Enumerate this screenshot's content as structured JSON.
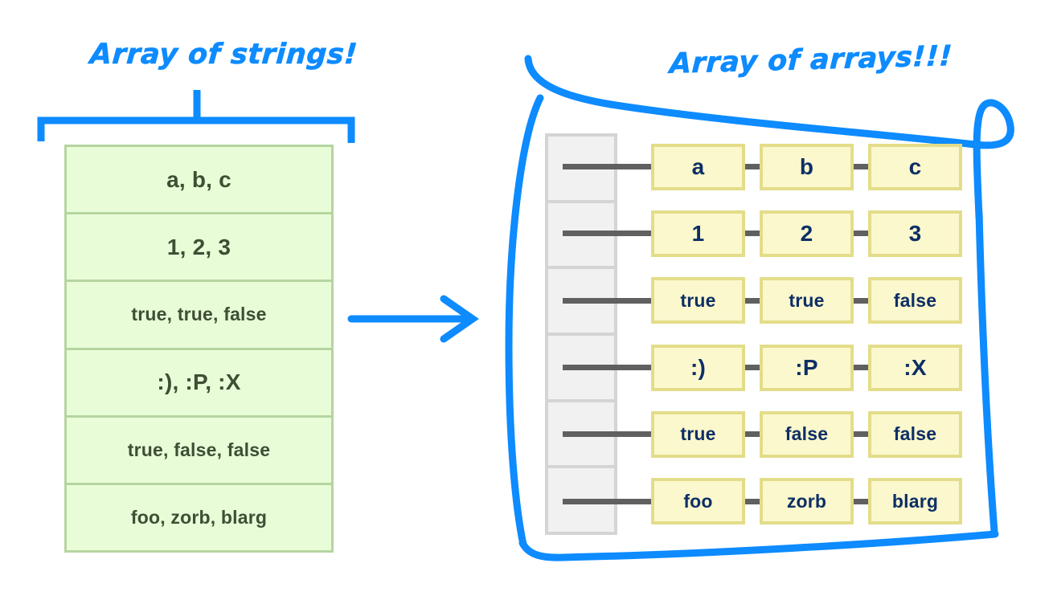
{
  "left": {
    "title": "Array of strings!",
    "bracket": "top-bracket",
    "rows": [
      {
        "text": "a, b, c",
        "size": "big"
      },
      {
        "text": "1, 2, 3",
        "size": "big"
      },
      {
        "text": "true, true, false",
        "size": "normal"
      },
      {
        "text": ":), :P, :X",
        "size": "big"
      },
      {
        "text": "true, false, false",
        "size": "normal"
      },
      {
        "text": "foo, zorb, blarg",
        "size": "normal"
      }
    ]
  },
  "arrow": {
    "label": "transform-arrow",
    "direction": "right"
  },
  "right": {
    "title": "Array of arrays!!!",
    "rows": [
      {
        "cells": [
          {
            "text": "a",
            "size": "big"
          },
          {
            "text": "b",
            "size": "big"
          },
          {
            "text": "c",
            "size": "big"
          }
        ]
      },
      {
        "cells": [
          {
            "text": "1",
            "size": "big"
          },
          {
            "text": "2",
            "size": "big"
          },
          {
            "text": "3",
            "size": "big"
          }
        ]
      },
      {
        "cells": [
          {
            "text": "true",
            "size": "normal"
          },
          {
            "text": "true",
            "size": "normal"
          },
          {
            "text": "false",
            "size": "normal"
          }
        ]
      },
      {
        "cells": [
          {
            "text": ":)",
            "size": "big"
          },
          {
            "text": ":P",
            "size": "big"
          },
          {
            "text": ":X",
            "size": "big"
          }
        ]
      },
      {
        "cells": [
          {
            "text": "true",
            "size": "normal"
          },
          {
            "text": "false",
            "size": "normal"
          },
          {
            "text": "false",
            "size": "normal"
          }
        ]
      },
      {
        "cells": [
          {
            "text": "foo",
            "size": "normal"
          },
          {
            "text": "zorb",
            "size": "normal"
          },
          {
            "text": "blarg",
            "size": "normal"
          }
        ]
      }
    ]
  },
  "colors": {
    "accent_blue": "#0d8bff",
    "green_fill": "#e9fcd8",
    "green_border": "#b5d5a0",
    "green_text": "#3e4f33",
    "yellow_fill": "#fcf8cd",
    "yellow_border": "#e3dd8a",
    "navy_text": "#0d2f66",
    "gray_fill": "#f1f1f1",
    "gray_border": "#d4d4d4",
    "connector_gray": "#606060",
    "background": "#ffffff"
  }
}
